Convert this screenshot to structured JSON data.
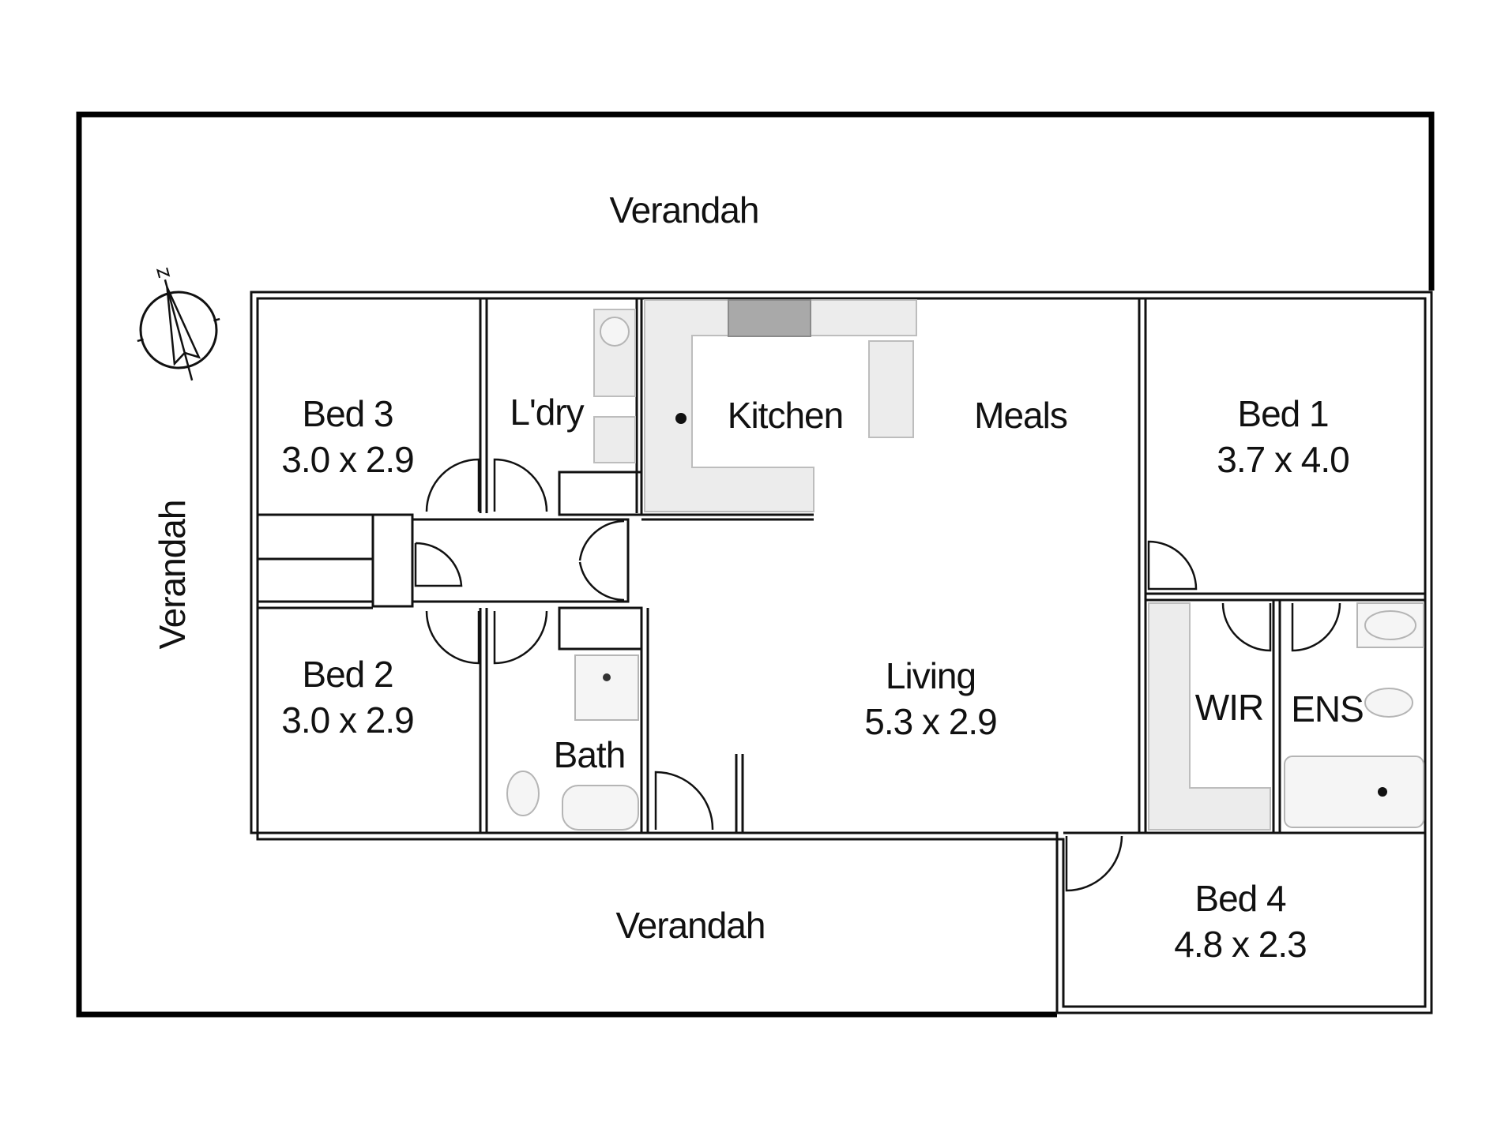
{
  "plan": {
    "rooms": [
      {
        "id": "verandah-top",
        "label": "Verandah"
      },
      {
        "id": "verandah-left",
        "label": "Verandah"
      },
      {
        "id": "verandah-bottom",
        "label": "Verandah"
      },
      {
        "id": "bed3",
        "label": "Bed 3",
        "size": "3.0 x 2.9"
      },
      {
        "id": "laundry",
        "label": "L'dry"
      },
      {
        "id": "kitchen",
        "label": "Kitchen"
      },
      {
        "id": "meals",
        "label": "Meals"
      },
      {
        "id": "bed1",
        "label": "Bed 1",
        "size": "3.7 x 4.0"
      },
      {
        "id": "bed2",
        "label": "Bed 2",
        "size": "3.0 x 2.9"
      },
      {
        "id": "bath",
        "label": "Bath"
      },
      {
        "id": "living",
        "label": "Living",
        "size": "5.3 x 2.9"
      },
      {
        "id": "wir",
        "label": "WIR"
      },
      {
        "id": "ens",
        "label": "ENS"
      },
      {
        "id": "bed4",
        "label": "Bed 4",
        "size": "4.8 x 2.3"
      }
    ],
    "colors": {
      "wall": "#111111",
      "fixture": "#ececec",
      "background": "#ffffff"
    },
    "compass_icon": "north-arrow-icon"
  }
}
